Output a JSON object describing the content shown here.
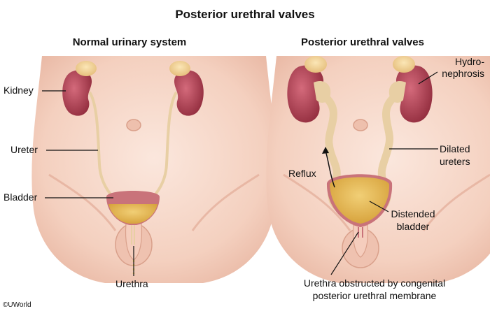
{
  "title": "Posterior urethral valves",
  "panels": {
    "normal": {
      "title": "Normal urinary system",
      "labels": {
        "kidney": "Kidney",
        "ureter": "Ureter",
        "bladder": "Bladder",
        "urethra": "Urethra"
      }
    },
    "puv": {
      "title": "Posterior urethral valves",
      "labels": {
        "hydronephrosis_line1": "Hydro-",
        "hydronephrosis_line2": "nephrosis",
        "dilated_ureters_line1": "Dilated",
        "dilated_ureters_line2": "ureters",
        "reflux": "Reflux",
        "distended_bladder_line1": "Distended",
        "distended_bladder_line2": "bladder",
        "urethra_obstructed_line1": "Urethra obstructed by congenital",
        "urethra_obstructed_line2": "posterior urethral membrane"
      }
    }
  },
  "credit": "©UWorld",
  "colors": {
    "skin": "#f5d3c4",
    "skin_shadow": "#e5b6a3",
    "kidney": "#b13c4f",
    "adrenal": "#f2cf93",
    "ureter": "#e8cfa4",
    "urine": "#e8b64a",
    "bladder_wall": "#c9737a",
    "leader_line": "#111111"
  }
}
